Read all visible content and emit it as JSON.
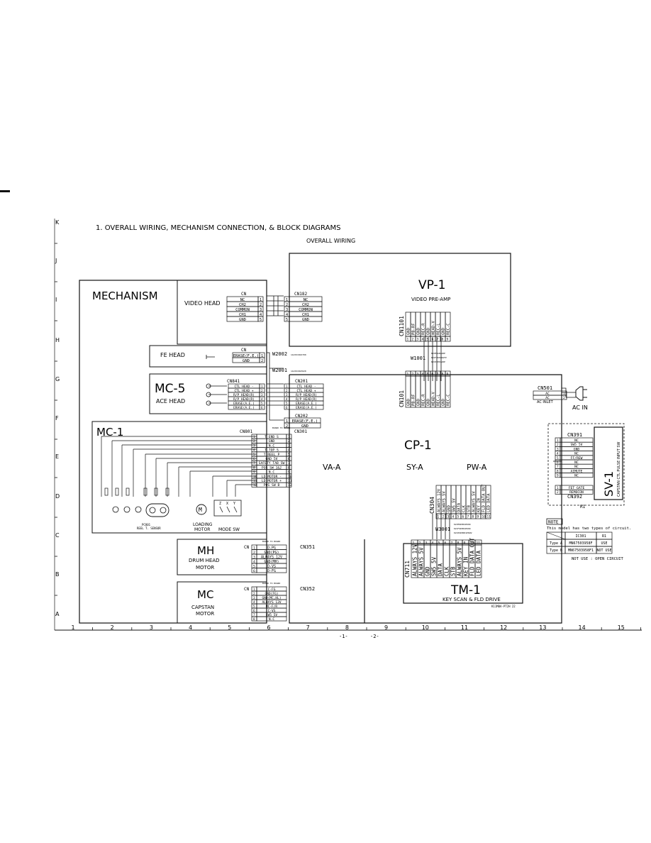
{
  "page": {
    "title": "1. OVERALL WIRING, MECHANISM CONNECTION, & BLOCK DIAGRAMS",
    "subtitle": "OVERALL WIRING",
    "page_marks": [
      "-1-",
      "-2-"
    ],
    "drawing_code": "K11M0A-PT2H 22"
  },
  "grid": {
    "rows": [
      "K",
      "J",
      "I",
      "H",
      "G",
      "F",
      "E",
      "D",
      "C",
      "B",
      "A"
    ],
    "cols": [
      "1",
      "2",
      "3",
      "4",
      "5",
      "6",
      "7",
      "8",
      "9",
      "10",
      "11",
      "12",
      "13",
      "14",
      "15"
    ]
  },
  "blocks": {
    "mechanism": "MECHANISM",
    "video_head": "VIDEO HEAD",
    "fe_head": "FE HEAD",
    "mc5": "MC-5",
    "ace_head": "ACE HEAD",
    "mc1": "MC-1",
    "mh": "MH",
    "drum_head_motor": [
      "DRUM HEAD",
      "MOTOR"
    ],
    "mc": "MC",
    "capstan_motor": [
      "CAPSTAN",
      "MOTOR"
    ],
    "vp1": "VP-1",
    "video_preamp": "VIDEO PRE-AMP",
    "cp1": "CP-1",
    "va_a": "VA-A",
    "sy_a": "SY-A",
    "pw_a": "PW-A",
    "tm1": "TM-1",
    "key_scan": "KEY SCAN & FLD DRIVE",
    "sv1": "SV-1",
    "capstan_ctl": "CAPSTAN CTL PULSE INPUT SW",
    "ac_in": "AC IN",
    "ac_inlet": "AC INLET",
    "r1": "R1"
  },
  "connectors": {
    "cn_vh": {
      "label": "CN",
      "pins": [
        "NC",
        "CH2",
        "COMMON",
        "CH1",
        "GND"
      ]
    },
    "cn182": {
      "label": "CN182",
      "pins": [
        "NC",
        "CH2",
        "COMMON",
        "CH1",
        "GND"
      ]
    },
    "cn_fe": {
      "label": "CN",
      "pins": [
        "ERASE(F.E.)",
        "GND"
      ]
    },
    "cn841": {
      "label": "CN841",
      "pins": [
        "CTL HEAD -",
        "CTL HEAD +",
        "R/P HEAD(R)",
        "R/P HEAD(R)",
        "ERASE(A.E.)",
        "ERASE(A.E.)"
      ]
    },
    "cn201": {
      "label": "CN201",
      "pins": [
        "CTL HEAD -",
        "CTL HEAD +",
        "R/P HEAD(R)",
        "R/P HEAD(R)",
        "ERASE(A.E.)",
        "ERASE(A.E.)"
      ]
    },
    "cn202": {
      "label": "CN202",
      "pins": [
        "ERASE(F.E.)",
        "GND"
      ]
    },
    "cn801": {
      "label": "CN801",
      "pins": [
        "T END S",
        "GND",
        "N.C",
        "T TOP S",
        "T REEL P",
        "GND 5V",
        "SAFETY TAB SW",
        "POS SW 1&2",
        "N.C",
        "LD MOTOR -",
        "LD MOTOR +",
        "POS SW B"
      ]
    },
    "cn301": {
      "label": "CN301",
      "header": "BOARD TO BOARD"
    },
    "cn_mh": {
      "label": "CN",
      "header": "BOARD TO BOARD",
      "pins": [
        "D-PG",
        "GND(PG)",
        "ALWAYS 12V",
        "GND(MH)",
        "D-VS",
        "D-FG"
      ]
    },
    "cn351": {
      "label": "CN351"
    },
    "cn_mc": {
      "label": "CN",
      "header": "BOARD TO BOARD",
      "pins": [
        "C-FG",
        "GND(FG)",
        "GND(MC,HL)",
        "ALWAYS 13V",
        "MC-F/R",
        "C-VS",
        "SW5 5V",
        "N.C"
      ]
    },
    "cn352": {
      "label": "CN352"
    },
    "cn1101": {
      "label": "CN1101",
      "pins": [
        "GND",
        "PB-RF",
        "GND",
        "REC-R",
        "GND",
        "HEAD-V",
        "REC-L",
        "GND",
        "REC-C"
      ]
    },
    "cn101": {
      "label": "CN101",
      "pins": [
        "GND",
        "PB-RF",
        "GND",
        "REC-R",
        "GND",
        "HEAD-V",
        "REC-L",
        "GND",
        "REC-C"
      ]
    },
    "cn304": {
      "label": "CN304",
      "pins": [
        "ALWAYS 12V",
        "ALWAYS 5V",
        "GND",
        "SW5 5V",
        "DATA",
        "CLK",
        "STB",
        "ALWAYS 5V",
        "KEY IN",
        "FLD DATA OUT",
        "LED DATA"
      ]
    },
    "cn711": {
      "label": "CN711",
      "pins": [
        "ALWAYS 12V",
        "ALWAYS 5V",
        "GND",
        "SW5 5V",
        "DATA",
        "CLK",
        "STB",
        "ALWAYS 5V",
        "KEY IN",
        "FLD DATA OUT",
        "LED DATA"
      ]
    },
    "cn501": {
      "label": "CN501",
      "pins": [
        "AC",
        "AC"
      ]
    },
    "cn391": {
      "label": "CN391",
      "pins": [
        "NC",
        "SW5 5V",
        "GND",
        "NC",
        "FF/REW",
        "NC",
        "NC",
        "AIMUTE",
        "NC"
      ]
    },
    "cn392": {
      "label": "CN392",
      "pins": [
        "FET GATE",
        "REMOCON"
      ]
    }
  },
  "wires": {
    "w2002": "W2002",
    "w2002_code": "1ACXO1822700",
    "w2001": "W2001",
    "w2001_code": "1ACXO1823620",
    "w1001": "W1001",
    "w1001_codes": [
      "K2CM9AN1A0P",
      "K2CF09H10AFP",
      "K2C09H01A0P"
    ],
    "w3001": "W3001",
    "w3001_codes": [
      "K2CM9DH01PDVW",
      "K2CF9DH01PDVW",
      "K2C09DH001PDVW"
    ]
  },
  "components": {
    "reel_sensor": [
      "PC801",
      "REEL T. SENSOR"
    ],
    "loading_motor": [
      "LOADING",
      "MOTOR"
    ],
    "mode_sw": [
      "MODE SW"
    ],
    "mode_sw_pins": [
      "Z",
      "X",
      "Y"
    ]
  },
  "note": {
    "title": "NOTE",
    "text": "This model has two types of circuit.",
    "columns": [
      "",
      "IC301",
      "R1"
    ],
    "rows": [
      [
        "Type A",
        "MN67503958F",
        "USE"
      ],
      [
        "Type B",
        "MN67503958F1",
        "NOT USE"
      ]
    ],
    "footer": "NOT USE : OPEN CIRCUIT"
  }
}
